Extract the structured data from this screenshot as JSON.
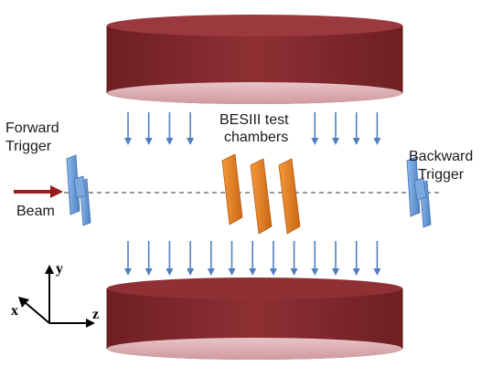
{
  "labels": {
    "forward_trigger_line1": "Forward",
    "forward_trigger_line2": "Trigger",
    "test_chambers_line1": "BESIII test",
    "test_chambers_line2": "chambers",
    "backward_trigger_line1": "Backward",
    "backward_trigger_line2": "Trigger",
    "beam": "Beam"
  },
  "axes": {
    "x": "x",
    "y": "y",
    "z": "z"
  },
  "colors": {
    "magnet": "#8b2e2e",
    "magnet_top_face": "#e8c4c6",
    "field_arrow": "#4f7fbf",
    "trigger": "#6a9fd9",
    "chamber": "#e07d1f",
    "beam_arrow": "#9a1e1e",
    "beam_line": "#777777"
  }
}
